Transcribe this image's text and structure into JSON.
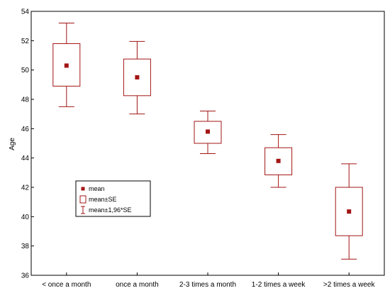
{
  "chart_data": {
    "type": "box",
    "title": "",
    "xlabel": "",
    "ylabel": "Age",
    "ylim": [
      36,
      54
    ],
    "yticks": [
      36,
      38,
      40,
      42,
      44,
      46,
      48,
      50,
      52,
      54
    ],
    "grid": false,
    "legend_position": "left",
    "colors": {
      "series": "#a31515",
      "axis": "#000000",
      "plot_background": "#ffffff"
    },
    "categories": [
      "< once a month",
      "once a month",
      "2-3 times a month",
      "1-2 times a week",
      ">2 times a week"
    ],
    "series": [
      {
        "mean": [
          50.3,
          49.5,
          45.8,
          43.8,
          40.35
        ],
        "se_lower": [
          48.9,
          48.25,
          45.0,
          42.85,
          38.7
        ],
        "se_upper": [
          51.8,
          50.75,
          46.5,
          44.7,
          42.0
        ],
        "ci_lower": [
          47.5,
          47.0,
          44.3,
          42.0,
          37.1
        ],
        "ci_upper": [
          53.2,
          51.95,
          47.2,
          45.6,
          43.6
        ]
      }
    ],
    "legend": [
      {
        "symbol": "point",
        "label": "mean"
      },
      {
        "symbol": "box",
        "label": "mean±SE"
      },
      {
        "symbol": "whisker",
        "label": "mean±1,96*SE"
      }
    ]
  }
}
